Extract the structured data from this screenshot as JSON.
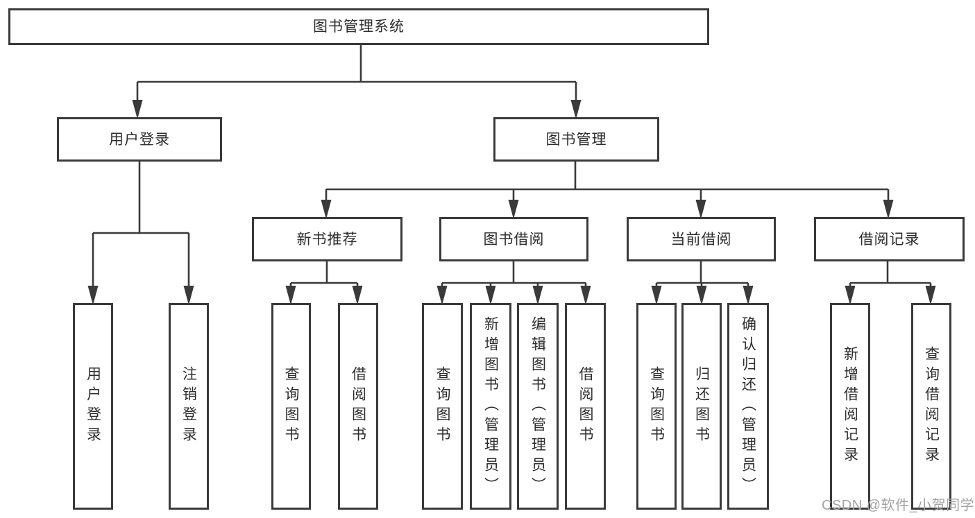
{
  "diagram": {
    "type": "hierarchy-tree",
    "colors": {
      "line": "#3a3a3a",
      "border": "#3a3a3a",
      "text": "#2d2d2d",
      "background": "#ffffff",
      "watermark": "#a3a3a3"
    }
  },
  "tree": {
    "label": "图书管理系统",
    "children": [
      {
        "label": "用户登录",
        "children": [
          {
            "label": "用户登录"
          },
          {
            "label": "注销登录"
          }
        ]
      },
      {
        "label": "图书管理",
        "children": [
          {
            "label": "新书推荐",
            "children": [
              {
                "label": "查询图书"
              },
              {
                "label": "借阅图书"
              }
            ]
          },
          {
            "label": "图书借阅",
            "children": [
              {
                "label": "查询图书"
              },
              {
                "label": "新增图书（管理员）"
              },
              {
                "label": "编辑图书（管理员）"
              },
              {
                "label": "借阅图书"
              }
            ]
          },
          {
            "label": "当前借阅",
            "children": [
              {
                "label": "查询图书"
              },
              {
                "label": "归还图书"
              },
              {
                "label": "确认归还（管理员）"
              }
            ]
          },
          {
            "label": "借阅记录",
            "children": [
              {
                "label": "新增借阅记录"
              },
              {
                "label": "查询借阅记录"
              }
            ]
          }
        ]
      }
    ]
  },
  "watermark": {
    "text": "CSDN @软件_小贺同学"
  }
}
